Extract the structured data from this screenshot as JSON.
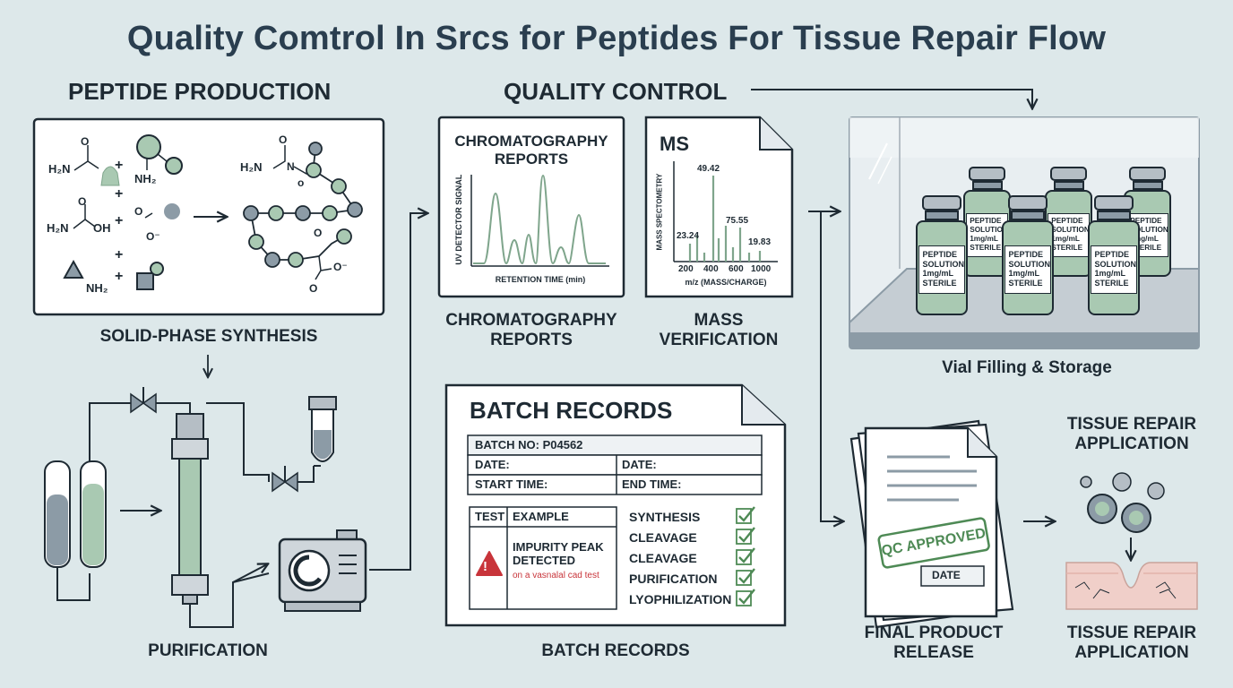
{
  "title": "Quality Comtrol In Srcs for Peptides For Tissue Repair Flow",
  "sections": {
    "production": "PEPTIDE PRODUCTION",
    "quality_control": "QUALITY CONTROL"
  },
  "synthesis": {
    "caption": "SOLID-PHASE SYNTHESIS",
    "plus": "+",
    "h2n": "H₂N",
    "nh2": "NH₂",
    "oh": "OH",
    "o": "O",
    "o_minus": "O⁻",
    "n": "N",
    "o_lower": "o"
  },
  "purification": {
    "caption": "PURIFICATION"
  },
  "chromatography": {
    "doc_title": "CHROMATOGRAPHY REPORTS",
    "y_axis": "UV DETECTOR SIGNAL",
    "x_axis": "RETENTION TIME (min)",
    "caption": "CHROMATOGRAPHY REPORTS"
  },
  "ms": {
    "doc_title": "MS",
    "y_axis": "MASS SPECTOMETRY",
    "x_axis": "m/z (MASS/CHARGE)",
    "caption": "MASS VERIFICATION",
    "chart_data": {
      "type": "bar",
      "xlabel": "m/z (MASS/CHARGE)",
      "ylabel": "MASS SPECTOMETRY",
      "xticks": [
        "200",
        "400",
        "600",
        "1000"
      ],
      "peak_labels": [
        "49.42",
        "75.55",
        "23.24",
        "19.83"
      ]
    }
  },
  "batch": {
    "doc_title": "BATCH RECORDS",
    "batch_no": "BATCH NO: P04562",
    "date1": "DATE:",
    "date2": "DATE:",
    "start_time": "START TIME:",
    "end_time": "END TIME:",
    "test_header": "TEST",
    "example_header": "EXAMPLE",
    "alert_title": "IMPURITY PEAK DETECTED",
    "alert_note": "on a vasnalal cad test",
    "alert_icon": "!",
    "steps": [
      "SYNTHESIS",
      "CLEAVAGE",
      "CLEAVAGE",
      "PURIFICATION",
      "LYOPHILIZATION"
    ],
    "caption": "BATCH RECORDS"
  },
  "vials": {
    "label": "PEPTIDE SOLUTION 1mg/mL STERILE",
    "caption": "Vial Filling & Storage"
  },
  "release": {
    "stamp": "QC APPROVED",
    "date": "DATE",
    "caption": "FINAL PRODUCT RELEASE"
  },
  "tissue": {
    "top_caption": "TISSUE REPAIR APPLICATION",
    "bottom_caption": "TISSUE REPAIR APPLICATION"
  },
  "colors": {
    "background": "#dde8ea",
    "ink": "#1e2a33",
    "green": "#a9c9b2",
    "gray": "#8c9ba6",
    "alert": "#c8343a",
    "check": "#4e8a55",
    "paper": "#ffffff"
  }
}
